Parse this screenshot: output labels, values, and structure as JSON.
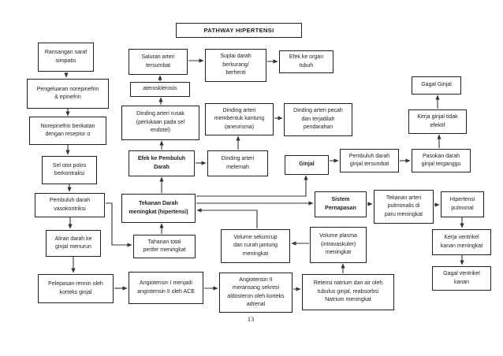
{
  "page": {
    "title": "PATHWAY HIPERTENSI",
    "page_number": "13"
  },
  "diagram": {
    "nodes": [
      {
        "id": "title",
        "label": "PATHWAY HIPERTENSI",
        "bold": true
      },
      {
        "id": "ransangan-saraf-simpatis",
        "label": "Ransangan saraf\nsimpatis",
        "bold": false
      },
      {
        "id": "pengeluaran-norepinefrin",
        "label": "Pengeluaran norepinefrin\n& epinefrin",
        "bold": false
      },
      {
        "id": "norepinefrin-berikatan",
        "label": "Norepinefrin berikatan\ndengan reseptor α",
        "bold": false
      },
      {
        "id": "sel-otot-polos",
        "label": "Sel otot polos\nberkontraksi",
        "bold": false
      },
      {
        "id": "pembuluh-darah-vasokontriksi",
        "label": "Pembuluh darah\nvasokontriksi",
        "bold": false
      },
      {
        "id": "aliran-darah-menurun",
        "label": "Aliran darah ke\nginjal menurun",
        "bold": false
      },
      {
        "id": "pelepasan-rennin",
        "label": "Pelepasan rennin oleh\nkorteks ginjal",
        "bold": false
      },
      {
        "id": "saluran-arteri-tersumbat",
        "label": "Saluran arteri\ntersumbat",
        "bold": false
      },
      {
        "id": "aterosklerosis",
        "label": "aterosklerosis",
        "bold": false
      },
      {
        "id": "dinding-arteri-rusak",
        "label": "Dinding arteri rusak\n(perlukaan pada sel\nendotel)",
        "bold": false
      },
      {
        "id": "efek-ke-pembuluh-darah",
        "label": "Efek ke Pembuluh\nDarah",
        "bold": true
      },
      {
        "id": "tekanan-darah-meningkat",
        "label": "Tekanan Darah\nmeningkat (hipertensi)",
        "bold": true
      },
      {
        "id": "tahanan-total-perifer",
        "label": "Tahanan total\nperifer meningkat",
        "bold": false
      },
      {
        "id": "angiotensin-i",
        "label": "Angiotensin I menjadi\nangiotensin II oleh ACE",
        "bold": false
      },
      {
        "id": "suplai-darah-berkurang",
        "label": "Suplai darah\nberkurang/\nberhenti",
        "bold": false
      },
      {
        "id": "dinding-membentuk-kantung",
        "label": "Dinding arteri\nmembentuk kantung\n(aneurisma)",
        "bold": false
      },
      {
        "id": "dinding-arteri-melemah",
        "label": "Dinding arteri\nmelemah",
        "bold": false
      },
      {
        "id": "volume-sekuncup",
        "label": "Volume sekuncup\ndan curah jantung\nmeningkat",
        "bold": false
      },
      {
        "id": "angiotensin-ii",
        "label": "Angiotensin II\nmeransang sekresi\naldosteron oleh korteks\nadrenal",
        "bold": false
      },
      {
        "id": "efek-ke-organ-tubuh",
        "label": "Efek ke organ\ntubuh",
        "bold": false
      },
      {
        "id": "dinding-arteri-pecah",
        "label": "Dinding arteri pecah\ndan terjadilah\npendarahan",
        "bold": false
      },
      {
        "id": "ginjal",
        "label": "Ginjal",
        "bold": true
      },
      {
        "id": "sistem-pernapasan",
        "label": "Sistem\nPernapasan",
        "bold": true
      },
      {
        "id": "volume-plasma",
        "label": "Volume plasma\n(intravaskuler)\nmeningkat",
        "bold": false
      },
      {
        "id": "retensi-natrium",
        "label": "Retensi natrium dan air oleh\ntubulus ginjal, reabsorbsi\nNatrium meningkat",
        "bold": false
      },
      {
        "id": "pembuluh-darah-ginjal-tersumbat",
        "label": "Pembuluh darah\nginjal tersumbat",
        "bold": false
      },
      {
        "id": "tekanan-arteri-pulmonalis",
        "label": "Tekanan arteri\npulmonalis di\nparu meningkat",
        "bold": false
      },
      {
        "id": "pasokan-darah-terganggu",
        "label": "Pasokan darah\nginjal terganggu",
        "bold": false
      },
      {
        "id": "kerja-ginjal-tidak-efektif",
        "label": "Kerja ginjal tidak\nefektif",
        "bold": false
      },
      {
        "id": "gagal-ginjal",
        "label": "Gagal Ginjal",
        "bold": false
      },
      {
        "id": "hipertensi-pulmonal",
        "label": "Hipertensi\npulmonal",
        "bold": false
      },
      {
        "id": "kerja-ventrikel-kanan",
        "label": "Kerja ventrikel\nkanan meningkat",
        "bold": false
      },
      {
        "id": "gagal-ventrikel-kanan",
        "label": "Gagal ventrikel\nkanan",
        "bold": false
      }
    ],
    "edges": [
      {
        "from": "ransangan-saraf-simpatis",
        "to": "pengeluaran-norepinefrin"
      },
      {
        "from": "pengeluaran-norepinefrin",
        "to": "norepinefrin-berikatan"
      },
      {
        "from": "norepinefrin-berikatan",
        "to": "sel-otot-polos"
      },
      {
        "from": "sel-otot-polos",
        "to": "pembuluh-darah-vasokontriksi"
      },
      {
        "from": "pembuluh-darah-vasokontriksi",
        "to": "aliran-darah-menurun"
      },
      {
        "from": "aliran-darah-menurun",
        "to": "pelepasan-rennin"
      },
      {
        "from": "pelepasan-rennin",
        "to": "angiotensin-i"
      },
      {
        "from": "angiotensin-i",
        "to": "angiotensin-ii"
      },
      {
        "from": "angiotensin-ii",
        "to": "retensi-natrium"
      },
      {
        "from": "retensi-natrium",
        "to": "volume-plasma"
      },
      {
        "from": "volume-plasma",
        "to": "volume-sekuncup"
      },
      {
        "from": "volume-sekuncup",
        "to": "tekanan-darah-meningkat"
      },
      {
        "from": "pembuluh-darah-vasokontriksi",
        "to": "tahanan-total-perifer"
      },
      {
        "from": "tahanan-total-perifer",
        "to": "tekanan-darah-meningkat"
      },
      {
        "from": "tekanan-darah-meningkat",
        "to": "efek-ke-pembuluh-darah"
      },
      {
        "from": "efek-ke-pembuluh-darah",
        "to": "dinding-arteri-rusak"
      },
      {
        "from": "dinding-arteri-rusak",
        "to": "aterosklerosis"
      },
      {
        "from": "aterosklerosis",
        "to": "saluran-arteri-tersumbat"
      },
      {
        "from": "saluran-arteri-tersumbat",
        "to": "suplai-darah-berkurang"
      },
      {
        "from": "suplai-darah-berkurang",
        "to": "efek-ke-organ-tubuh"
      },
      {
        "from": "efek-ke-pembuluh-darah",
        "to": "dinding-arteri-melemah"
      },
      {
        "from": "dinding-arteri-melemah",
        "to": "dinding-membentuk-kantung"
      },
      {
        "from": "dinding-membentuk-kantung",
        "to": "dinding-arteri-pecah"
      },
      {
        "from": "tekanan-darah-meningkat",
        "to": "ginjal"
      },
      {
        "from": "tekanan-darah-meningkat",
        "to": "sistem-pernapasan"
      },
      {
        "from": "ginjal",
        "to": "pembuluh-darah-ginjal-tersumbat"
      },
      {
        "from": "pembuluh-darah-ginjal-tersumbat",
        "to": "pasokan-darah-terganggu"
      },
      {
        "from": "pasokan-darah-terganggu",
        "to": "kerja-ginjal-tidak-efektif"
      },
      {
        "from": "kerja-ginjal-tidak-efektif",
        "to": "gagal-ginjal"
      },
      {
        "from": "sistem-pernapasan",
        "to": "tekanan-arteri-pulmonalis"
      },
      {
        "from": "tekanan-arteri-pulmonalis",
        "to": "hipertensi-pulmonal"
      },
      {
        "from": "hipertensi-pulmonal",
        "to": "kerja-ventrikel-kanan"
      },
      {
        "from": "kerja-ventrikel-kanan",
        "to": "gagal-ventrikel-kanan"
      }
    ]
  }
}
